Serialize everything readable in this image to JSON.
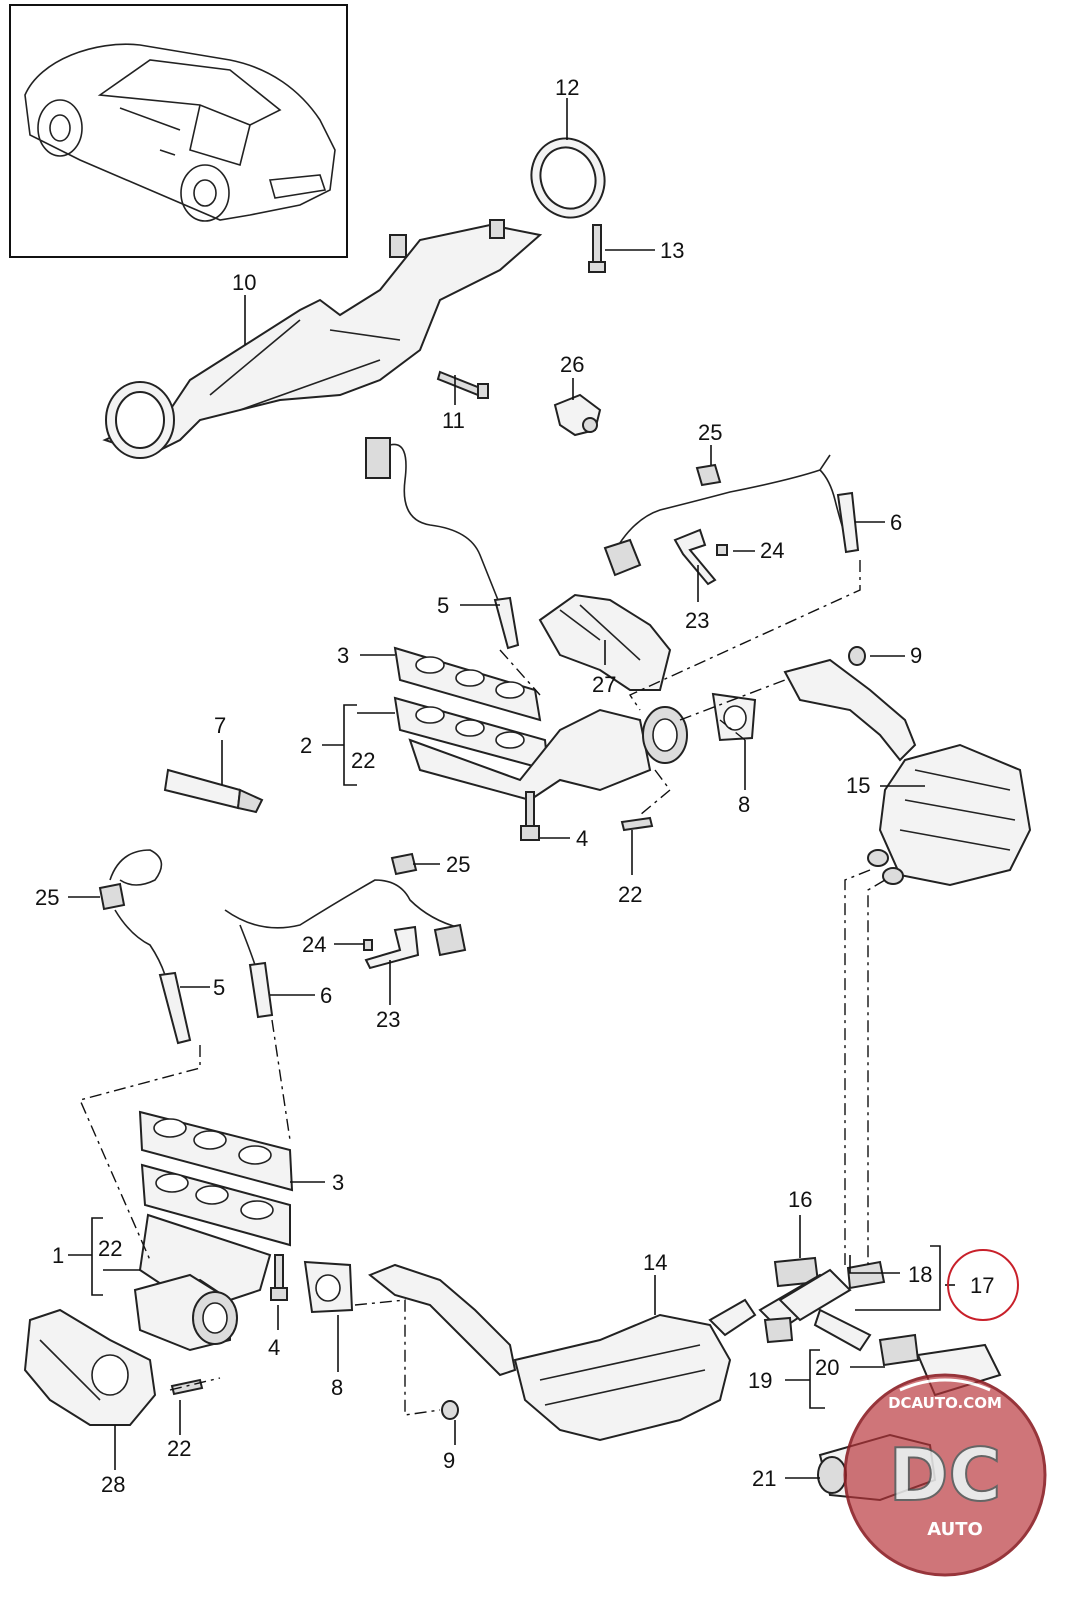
{
  "labels": {
    "l1": "1",
    "l2": "2",
    "l3a": "3",
    "l3b": "3",
    "l4a": "4",
    "l4b": "4",
    "l5a": "5",
    "l5b": "5",
    "l6a": "6",
    "l6b": "6",
    "l7": "7",
    "l8a": "8",
    "l8b": "8",
    "l9a": "9",
    "l9b": "9",
    "l10": "10",
    "l11": "11",
    "l12": "12",
    "l13": "13",
    "l14": "14",
    "l15": "15",
    "l16": "16",
    "l17": "17",
    "l18": "18",
    "l19": "19",
    "l20": "20",
    "l21": "21",
    "l22a": "22",
    "l22b": "22",
    "l22c": "22",
    "l22d": "22",
    "l23a": "23",
    "l23b": "23",
    "l24a": "24",
    "l24b": "24",
    "l25a": "25",
    "l25b": "25",
    "l25c": "25",
    "l26": "26",
    "l27": "27",
    "l28": "28"
  },
  "watermark": {
    "site": "DCAUTO.COM",
    "logo": "DC",
    "sub": "AUTO"
  },
  "colors": {
    "accent": "#c8202a",
    "watermark_badge": "#b8343a",
    "ink": "#111111"
  },
  "icons": [
    "car-thumbnail-icon",
    "dcauto-logo-icon"
  ]
}
